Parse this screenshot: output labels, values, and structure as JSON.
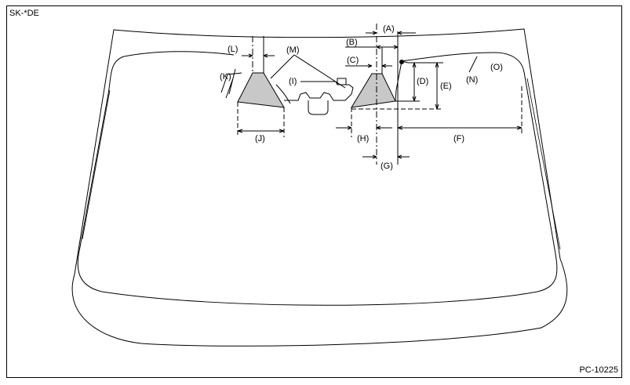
{
  "figure": {
    "model_code": "SK-*DE",
    "figure_id": "PC-10225"
  },
  "callouts": {
    "A": "(A)",
    "B": "(B)",
    "C": "(C)",
    "D": "(D)",
    "E": "(E)",
    "F": "(F)",
    "G": "(G)",
    "H": "(H)",
    "I": "(I)",
    "J": "(J)",
    "K": "(K)",
    "L": "(L)",
    "M": "(M)",
    "N": "(N)",
    "O": "(O)"
  }
}
